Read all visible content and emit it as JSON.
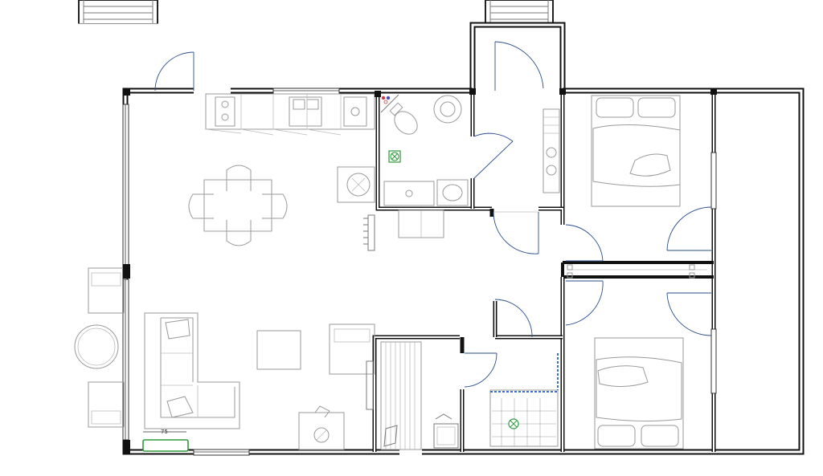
{
  "plan": {
    "dimension_label": "75",
    "colors": {
      "wall": "#111111",
      "door_swing": "#2b4f8f",
      "furniture": "#9a9a9a",
      "vent_green": "#2e9a3a",
      "shower_tray": "#3a6fd0",
      "outlet_red": "#d23a3a",
      "outlet_blue": "#3a4fd0"
    },
    "rooms": [
      "living-dining-kitchen",
      "bathroom",
      "hallway",
      "bedroom-1",
      "bedroom-2",
      "sauna",
      "shower-room",
      "terrace-left",
      "terrace-right",
      "entrance-porch"
    ]
  }
}
